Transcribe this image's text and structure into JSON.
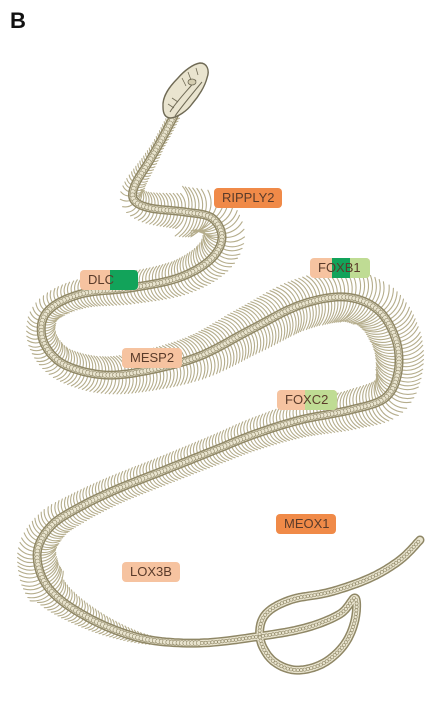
{
  "panel_label": "B",
  "colors": {
    "bone": "#e9e4cf",
    "bone_stroke": "#b5ad8c",
    "bone_dark": "#8f8766",
    "label_light": "#f6c3a0",
    "label_orange": "#f08a48",
    "label_green_light": "#bfdc94",
    "label_green_dark": "#12a35a"
  },
  "labels": [
    {
      "id": "ripply2",
      "text": "RIPPLY2",
      "style": "orange"
    },
    {
      "id": "dlc",
      "text": "DLC",
      "style": "light-green-dark"
    },
    {
      "id": "foxb1",
      "text": "FOXB1",
      "style": "light-green-dark-green-light"
    },
    {
      "id": "mesp2",
      "text": "MESP2",
      "style": "light"
    },
    {
      "id": "foxc2",
      "text": "FOXC2",
      "style": "light-green-light"
    },
    {
      "id": "meox1",
      "text": "MEOX1",
      "style": "orange"
    },
    {
      "id": "lox3b",
      "text": "LOX3B",
      "style": "light"
    }
  ]
}
